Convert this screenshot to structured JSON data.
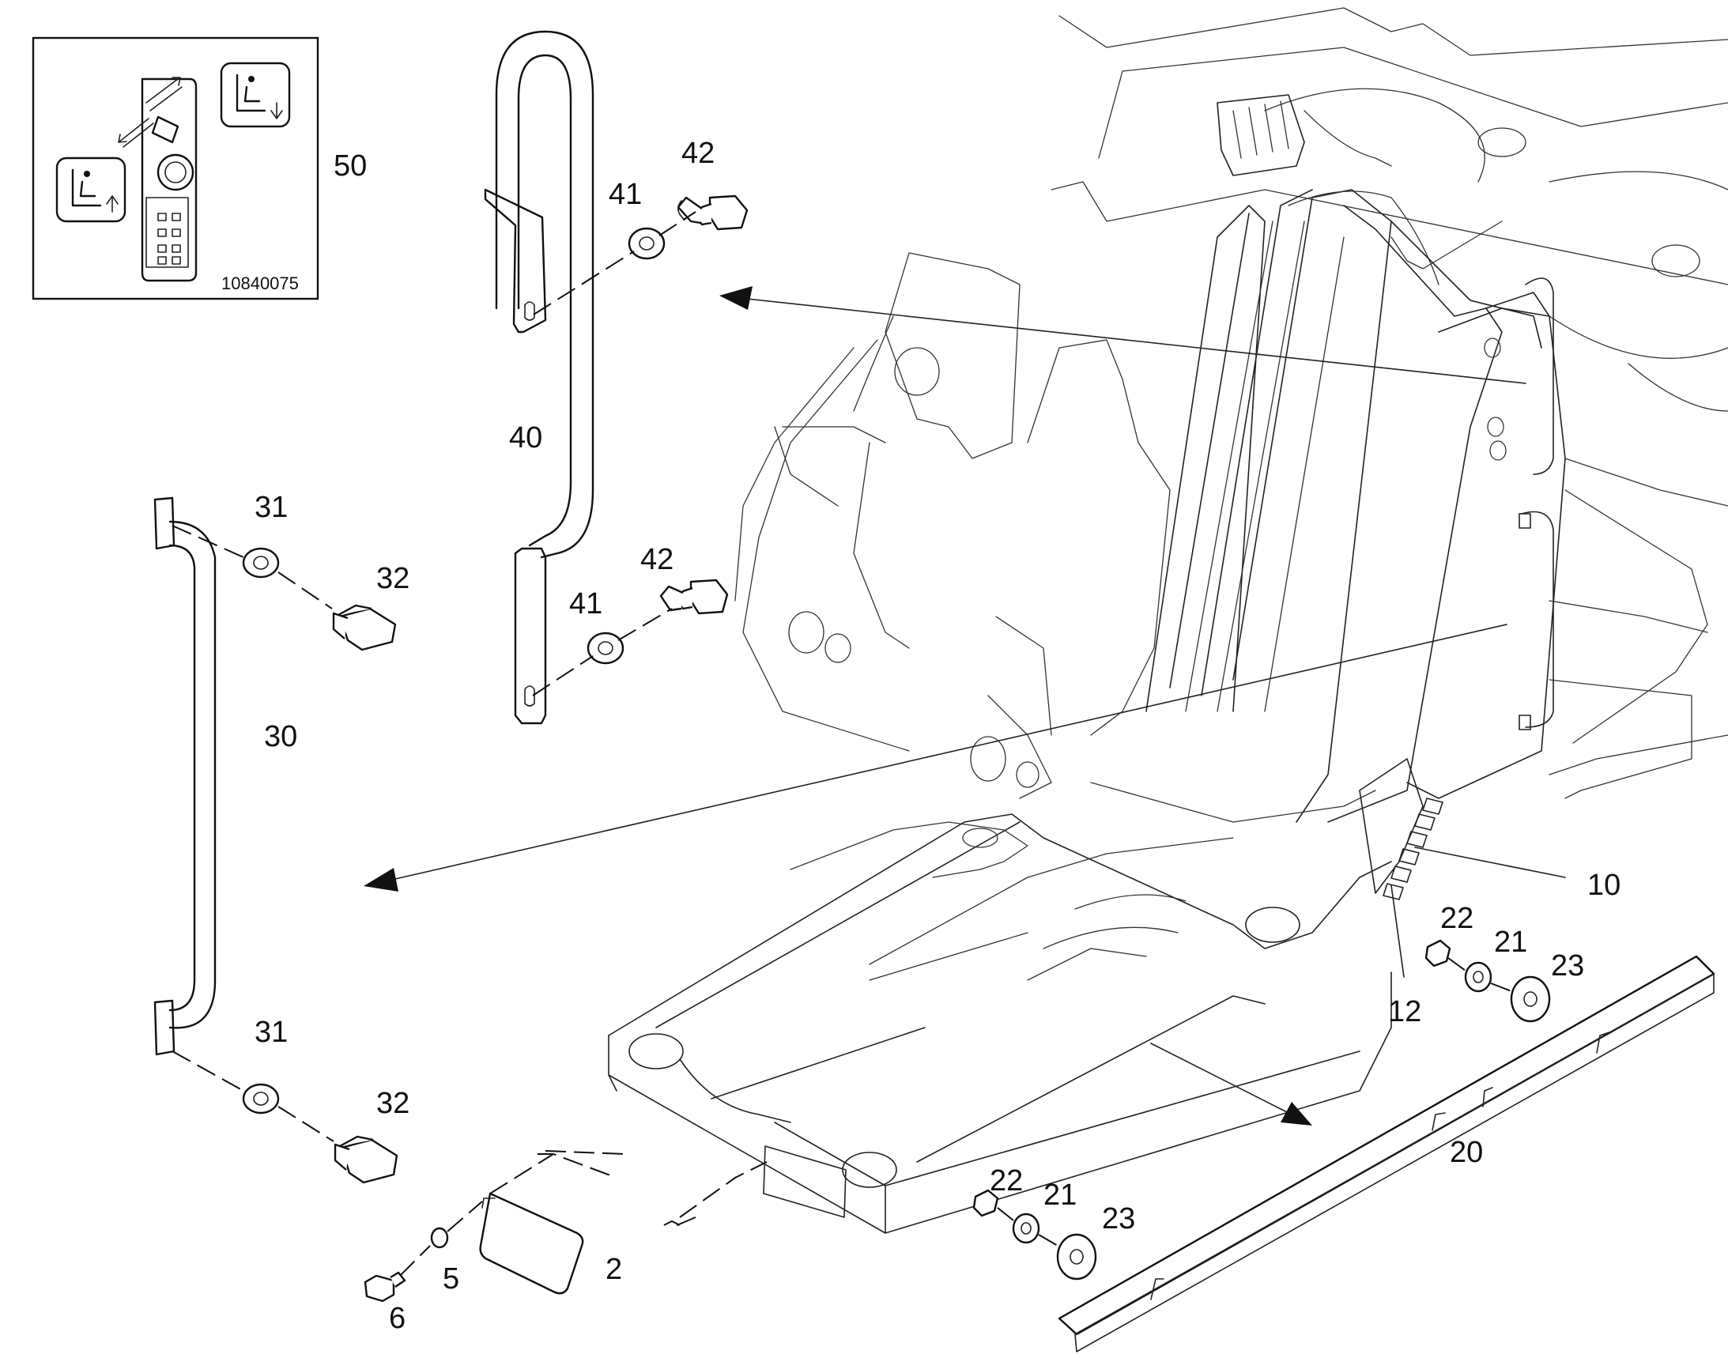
{
  "inset": {
    "code": "10840075",
    "callout": "50"
  },
  "callouts": {
    "c2": "2",
    "c5": "5",
    "c6": "6",
    "c10": "10",
    "c12": "12",
    "c20": "20",
    "c21a": "21",
    "c21b": "21",
    "c22a": "22",
    "c22b": "22",
    "c23a": "23",
    "c23b": "23",
    "c30": "30",
    "c31a": "31",
    "c31b": "31",
    "c32a": "32",
    "c32b": "32",
    "c40": "40",
    "c41a": "41",
    "c41b": "41",
    "c42a": "42",
    "c42b": "42"
  }
}
